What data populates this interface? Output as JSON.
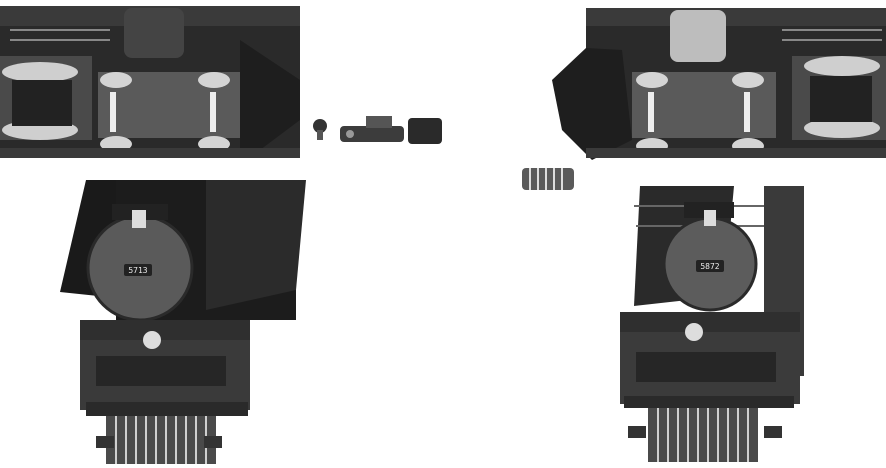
{
  "photos": {
    "upper_left": {
      "subject": "locomotive-underside-front-truck"
    },
    "upper_right": {
      "subject": "locomotive-underside-front-truck-mirrored"
    },
    "lower_left": {
      "subject": "locomotive-front-smokebox",
      "number_plate": "5713"
    },
    "lower_right": {
      "subject": "locomotive-front-smokebox-with-pilot",
      "number_plate": "5872"
    }
  },
  "parts": [
    "screw",
    "coupler",
    "pilot-step"
  ],
  "colors": {
    "background": "#ffffff",
    "metal_dark": "#1e1e1e",
    "metal_mid": "#555555",
    "metal_light": "#bdbdbd"
  }
}
